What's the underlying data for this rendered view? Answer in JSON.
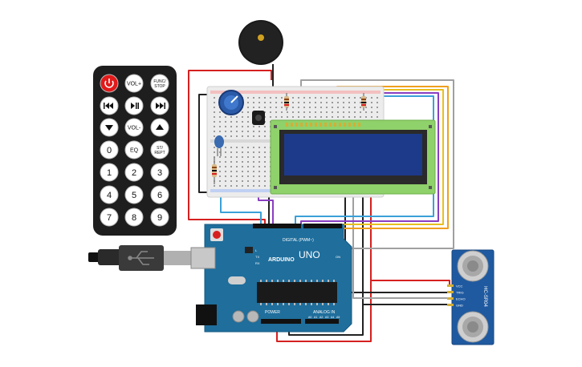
{
  "remote": {
    "buttons": [
      {
        "id": "power",
        "label": "",
        "icon": "power-icon"
      },
      {
        "id": "vol-plus",
        "label": "VOL+"
      },
      {
        "id": "func-stop",
        "label": "FUNC/ STOP"
      },
      {
        "id": "rewind",
        "label": "",
        "icon": "rewind-icon"
      },
      {
        "id": "play-pause",
        "label": "",
        "icon": "play-pause-icon"
      },
      {
        "id": "fast-forward",
        "label": "",
        "icon": "fast-forward-icon"
      },
      {
        "id": "down",
        "label": "",
        "icon": "down-arrow-icon"
      },
      {
        "id": "vol-minus",
        "label": "VOL-"
      },
      {
        "id": "up",
        "label": "",
        "icon": "up-arrow-icon"
      },
      {
        "id": "zero",
        "label": "0"
      },
      {
        "id": "eq",
        "label": "EQ"
      },
      {
        "id": "st-rept",
        "label": "ST/ REPT"
      },
      {
        "id": "one",
        "label": "1"
      },
      {
        "id": "two",
        "label": "2"
      },
      {
        "id": "three",
        "label": "3"
      },
      {
        "id": "four",
        "label": "4"
      },
      {
        "id": "five",
        "label": "5"
      },
      {
        "id": "six",
        "label": "6"
      },
      {
        "id": "seven",
        "label": "7"
      },
      {
        "id": "eight",
        "label": "8"
      },
      {
        "id": "nine",
        "label": "9"
      }
    ]
  },
  "arduino": {
    "brand": "ARDUINO",
    "model": "UNO",
    "digital_label": "DIGITAL (PWM~)",
    "power_label": "POWER",
    "analog_label": "ANALOG IN",
    "on_label": "ON",
    "tx_label": "TX",
    "rx_label": "RX",
    "l_label": "L",
    "analog_pins": [
      "A0",
      "A1",
      "A2",
      "A3",
      "A4",
      "A5"
    ]
  },
  "sensor": {
    "model": "HC-SR04",
    "pins": [
      "VCC",
      "TRIG",
      "ECHO",
      "GND"
    ]
  },
  "colors": {
    "arduino": "#1f6e9c",
    "lcd_board": "#8fd16a",
    "lcd_screen": "#1d3a8a",
    "breadboard": "#ececec",
    "remote": "#1e1e1e",
    "power_button": "#e21a1a",
    "wire_red": "#d62020",
    "wire_black": "#222222",
    "wire_orange": "#f0a020",
    "wire_purple": "#8a3ec2",
    "wire_blue": "#3aa0d8",
    "wire_grey": "#a0a0a0",
    "wire_yellow": "#e8c020"
  }
}
